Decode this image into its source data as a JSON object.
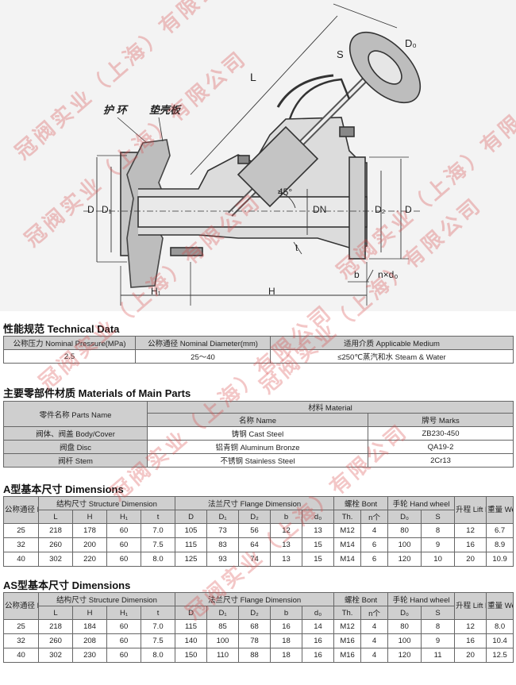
{
  "drawing": {
    "labels": {
      "L": "L",
      "D0": "D₀",
      "S": "S",
      "guard_ring": "护 环",
      "sealing_plate": "垫壳板",
      "angle": "45°",
      "D": "D",
      "D1": "D₁",
      "DN": "DN",
      "D2": "D₂",
      "D_right": "D",
      "t": "t",
      "b": "b",
      "bolts": "n×d₀",
      "H1": "H₁",
      "H": "H"
    }
  },
  "watermark": "冠阀实业（上海）有限公司",
  "technical": {
    "title": "性能规范 Technical Data",
    "headers": [
      "公称压力 Nominal Pressure(MPa)",
      "公称通径 Nominal Diameter(mm)",
      "适用介质 Applicable Medium"
    ],
    "row": [
      "2.5",
      "25～40",
      "≤250℃蒸汽和水 Steam & Water"
    ]
  },
  "materials": {
    "title": "主要零部件材质 Materials of Main Parts",
    "part_header": "零件名称 Parts Name",
    "material_header": "材料 Material",
    "name_header": "名称 Name",
    "marks_header": "牌号 Marks",
    "rows": [
      [
        "阀体、阀盖 Body/Cover",
        "铸钢 Cast Steel",
        "ZB230-450"
      ],
      [
        "阀盘 Disc",
        "铝青铜 Aluminum Bronze",
        "QA19-2"
      ],
      [
        "阀杆 Stem",
        "不锈钢 Stainless Steel",
        "2Cr13"
      ]
    ]
  },
  "dims_header": {
    "dn": "公称通径 DN(mm)",
    "structure": "结构尺寸 Structure Dimension",
    "flange": "法兰尺寸 Flange Dimension",
    "bolt": "螺栓 Bont",
    "hand": "手轮 Hand wheel",
    "lift": "升程 Lift Range m",
    "weight": "重量 Weight (kg)",
    "sub": [
      "L",
      "H",
      "H₁",
      "t",
      "D",
      "D₁",
      "D₂",
      "b",
      "d₀",
      "Th.",
      "n个",
      "D₀",
      "S"
    ]
  },
  "dims_a": {
    "title": "A型基本尺寸 Dimensions",
    "rows": [
      [
        "25",
        "218",
        "178",
        "60",
        "7.0",
        "105",
        "73",
        "56",
        "12",
        "13",
        "M12",
        "4",
        "80",
        "8",
        "12",
        "6.7"
      ],
      [
        "32",
        "260",
        "200",
        "60",
        "7.5",
        "115",
        "83",
        "64",
        "13",
        "15",
        "M14",
        "6",
        "100",
        "9",
        "16",
        "8.9"
      ],
      [
        "40",
        "302",
        "220",
        "60",
        "8.0",
        "125",
        "93",
        "74",
        "13",
        "15",
        "M14",
        "6",
        "120",
        "10",
        "20",
        "10.9"
      ]
    ]
  },
  "dims_as": {
    "title": "AS型基本尺寸 Dimensions",
    "rows": [
      [
        "25",
        "218",
        "184",
        "60",
        "7.0",
        "115",
        "85",
        "68",
        "16",
        "14",
        "M12",
        "4",
        "80",
        "8",
        "12",
        "8.0"
      ],
      [
        "32",
        "260",
        "208",
        "60",
        "7.5",
        "140",
        "100",
        "78",
        "18",
        "16",
        "M16",
        "4",
        "100",
        "9",
        "16",
        "10.4"
      ],
      [
        "40",
        "302",
        "230",
        "60",
        "8.0",
        "150",
        "110",
        "88",
        "18",
        "16",
        "M16",
        "4",
        "120",
        "11",
        "20",
        "12.5"
      ]
    ]
  }
}
